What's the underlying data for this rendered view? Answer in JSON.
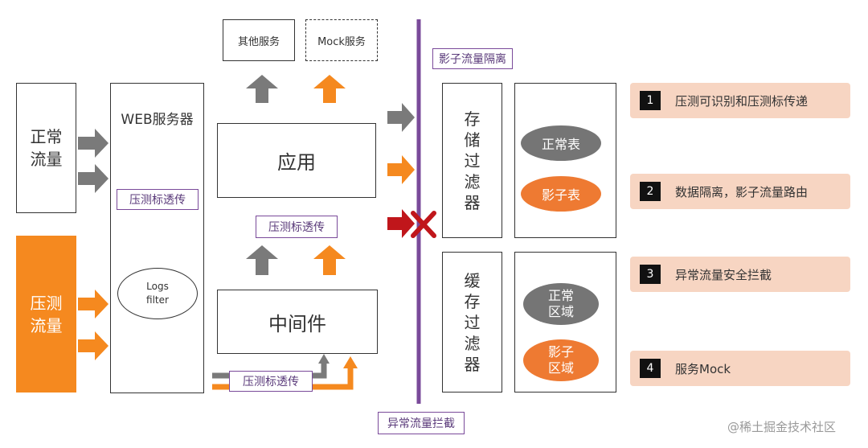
{
  "colors": {
    "orange": "#f5891f",
    "gray": "#7a7a7a",
    "red": "#c0161b",
    "purple": "#7a4a9a",
    "legend_bg": "#f7d5c2"
  },
  "boxes": {
    "normal_traffic": "正常流量",
    "stress_traffic": "压测流量",
    "web_server": "WEB服务器",
    "logs_filter": "Logs filter",
    "other_service": "其他服务",
    "mock_service": "Mock服务",
    "application": "应用",
    "middleware": "中间件",
    "storage_filter": "存储过滤器",
    "cache_filter": "缓存过滤器"
  },
  "tags": {
    "stress_mark_web": "压测标透传",
    "stress_mark_app": "压测标透传",
    "stress_mark_bottom": "压测标透传",
    "shadow_isolation": "影子流量隔离",
    "abnormal_intercept": "异常流量拦截"
  },
  "ovals": {
    "normal_table": "正常表",
    "shadow_table": "影子表",
    "normal_area": "正常区域",
    "shadow_area": "影子区域"
  },
  "legend": [
    {
      "num": "1",
      "text": "压测可识别和压测标传递"
    },
    {
      "num": "2",
      "text": "数据隔离，影子流量路由"
    },
    {
      "num": "3",
      "text": "异常流量安全拦截"
    },
    {
      "num": "4",
      "text": "服务Mock"
    }
  ],
  "watermark": "@稀土掘金技术社区"
}
